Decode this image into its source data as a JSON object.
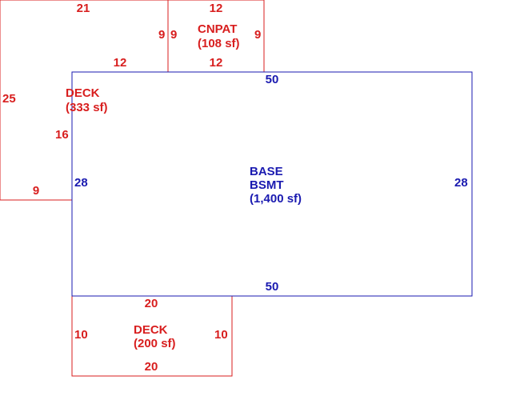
{
  "colors": {
    "addition": "#d81e1e",
    "base": "#1a1ab0"
  },
  "areas": {
    "deck_upper": {
      "name": "DECK",
      "area": "(333 sf)",
      "dims": {
        "top": "21",
        "left": "25",
        "inner": "12",
        "notch": "16",
        "bottom": "9"
      }
    },
    "cnpat": {
      "name": "CNPAT",
      "area": "(108 sf)",
      "dims": {
        "top": "12",
        "bottom": "12",
        "left": "9",
        "right": "9"
      }
    },
    "base": {
      "name_line1": "BASE",
      "name_line2": "BSMT",
      "area": "(1,400 sf)",
      "dims": {
        "top": "50",
        "bottom": "50",
        "left": "28",
        "right": "28"
      }
    },
    "deck_lower": {
      "name": "DECK",
      "area": "(200 sf)",
      "dims": {
        "top": "20",
        "bottom": "20",
        "left": "10",
        "right": "10"
      }
    }
  }
}
